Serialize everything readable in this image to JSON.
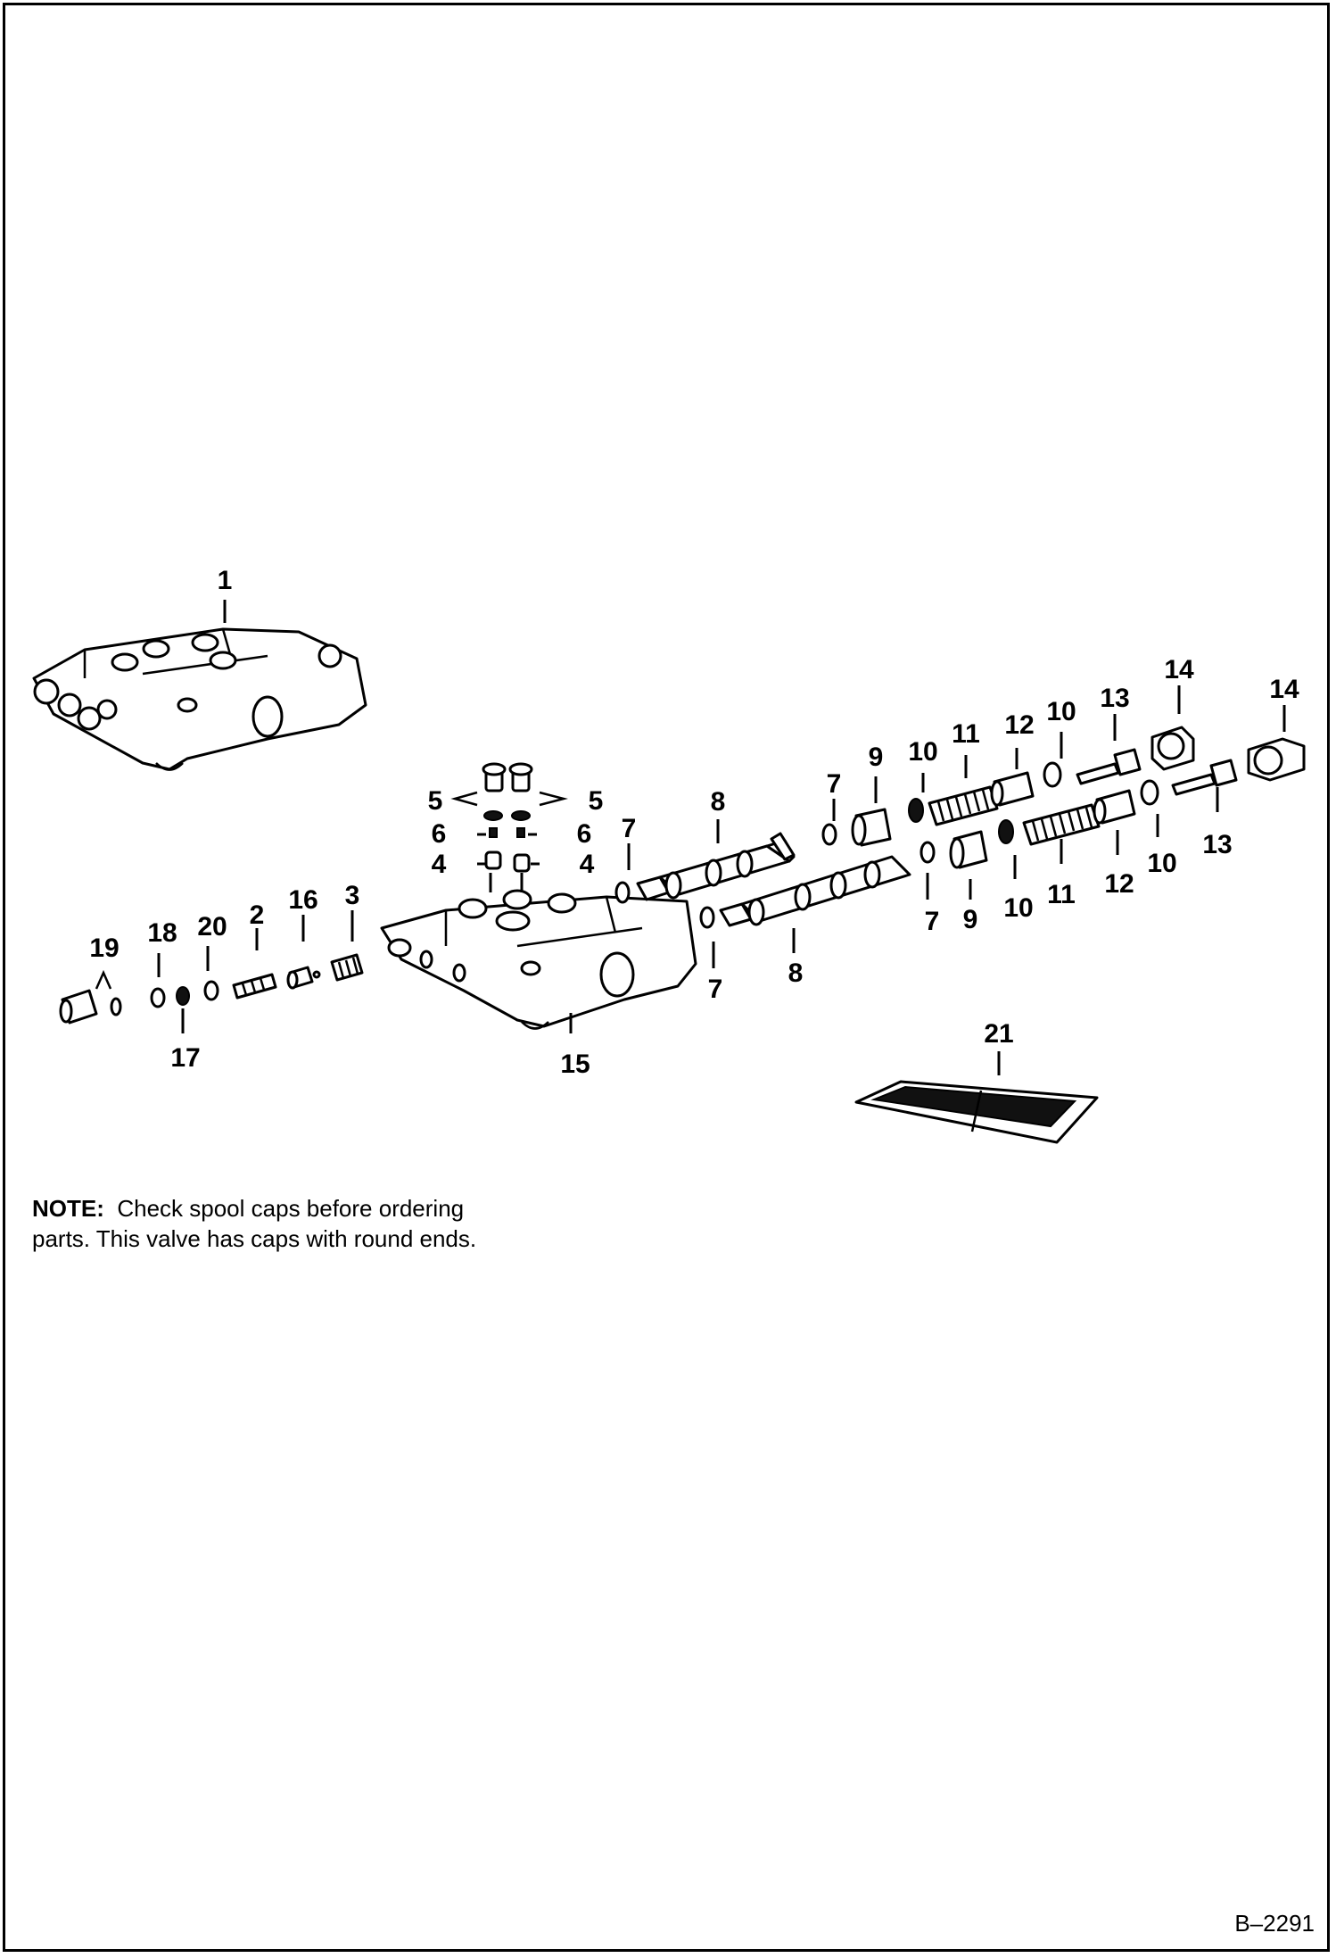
{
  "callouts": {
    "c1": "1",
    "c2": "2",
    "c3": "3",
    "c4a": "4",
    "c4b": "4",
    "c5a": "5",
    "c5b": "5",
    "c6a": "6",
    "c6b": "6",
    "c7a": "7",
    "c7b": "7",
    "c7c": "7",
    "c7d": "7",
    "c8a": "8",
    "c8b": "8",
    "c9a": "9",
    "c9b": "9",
    "c10a": "10",
    "c10b": "10",
    "c10c": "10",
    "c10d": "10",
    "c11a": "11",
    "c11b": "11",
    "c12a": "12",
    "c12b": "12",
    "c13a": "13",
    "c13b": "13",
    "c14a": "14",
    "c14b": "14",
    "c15": "15",
    "c16": "16",
    "c17": "17",
    "c18": "18",
    "c19": "19",
    "c20": "20",
    "c21": "21"
  },
  "note": {
    "label": "NOTE:",
    "line1": "Check spool caps before ordering",
    "line2": "parts. This valve has caps with round ends."
  },
  "drawing_id": "B–2291"
}
